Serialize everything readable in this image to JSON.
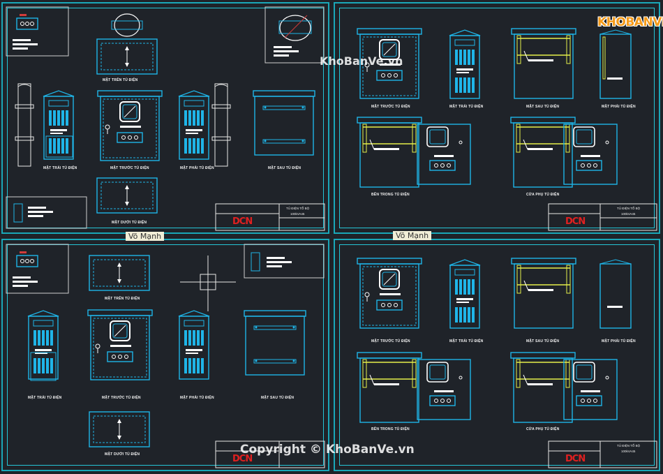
{
  "brand": {
    "name": "KHOBANVE"
  },
  "watermarks": {
    "center": "KhoBanVe.vn",
    "copyright": "Copyright © KhoBanVe.vn"
  },
  "authors": [
    "Võ Mạnh",
    "Võ Mạnh"
  ],
  "colors": {
    "background": "#1f2329",
    "frame": "#1aa7b8",
    "cabinet": "#1fb5e8",
    "highlight": "#e6f04a",
    "logo": "#e02020"
  },
  "sheets": [
    {
      "labels": {
        "top": "MẶT TRÊN TỦ ĐIỆN",
        "left": "MẶT TRÁI TỦ ĐIỆN",
        "front": "MẶT TRƯỚC TỦ ĐIỆN",
        "right": "MẶT PHẢI TỦ ĐIỆN",
        "back": "MẶT SAU TỦ ĐIỆN",
        "bottom": "MẶT DƯỚI TỦ ĐIỆN"
      },
      "titleblock": {
        "title": "TỦ ĐIỆN TỔ BỘ",
        "sub": "100kVA45",
        "logo": "DCN"
      }
    },
    {
      "labels": {
        "front": "MẶT TRƯỚC TỦ ĐIỆN",
        "left": "MẶT TRÁI TỦ ĐIỆN",
        "back": "MẶT SAU TỦ ĐIỆN",
        "right": "MẶT PHẢI TỦ ĐIỆN",
        "inside": "BÊN TRONG TỦ ĐIỆN",
        "door": "CỬA PHỤ TỦ ĐIỆN"
      },
      "titleblock": {
        "title": "TỦ ĐIỆN TỔ BỘ",
        "sub": "100kVA45",
        "logo": "DCN"
      }
    },
    {
      "labels": {
        "top": "MẶT TRÊN TỦ ĐIỆN",
        "left": "MẶT TRÁI TỦ ĐIỆN",
        "front": "MẶT TRƯỚC TỦ ĐIỆN",
        "right": "MẶT PHẢI TỦ ĐIỆN",
        "back": "MẶT SAU TỦ ĐIỆN",
        "bottom": "MẶT DƯỚI TỦ ĐIỆN"
      },
      "titleblock": {
        "title": "",
        "sub": "",
        "logo": "DCN"
      }
    },
    {
      "labels": {
        "front": "MẶT TRƯỚC TỦ ĐIỆN",
        "left": "MẶT TRÁI TỦ ĐIỆN",
        "back": "MẶT SAU TỦ ĐIỆN",
        "right": "MẶT PHẢI TỦ ĐIỆN",
        "inside": "BÊN TRONG TỦ ĐIỆN",
        "door": "CỬA PHỤ TỦ ĐIỆN"
      },
      "titleblock": {
        "title": "TỦ ĐIỆN TỔ BỘ",
        "sub": "100kVA45",
        "logo": "DCN"
      }
    }
  ]
}
